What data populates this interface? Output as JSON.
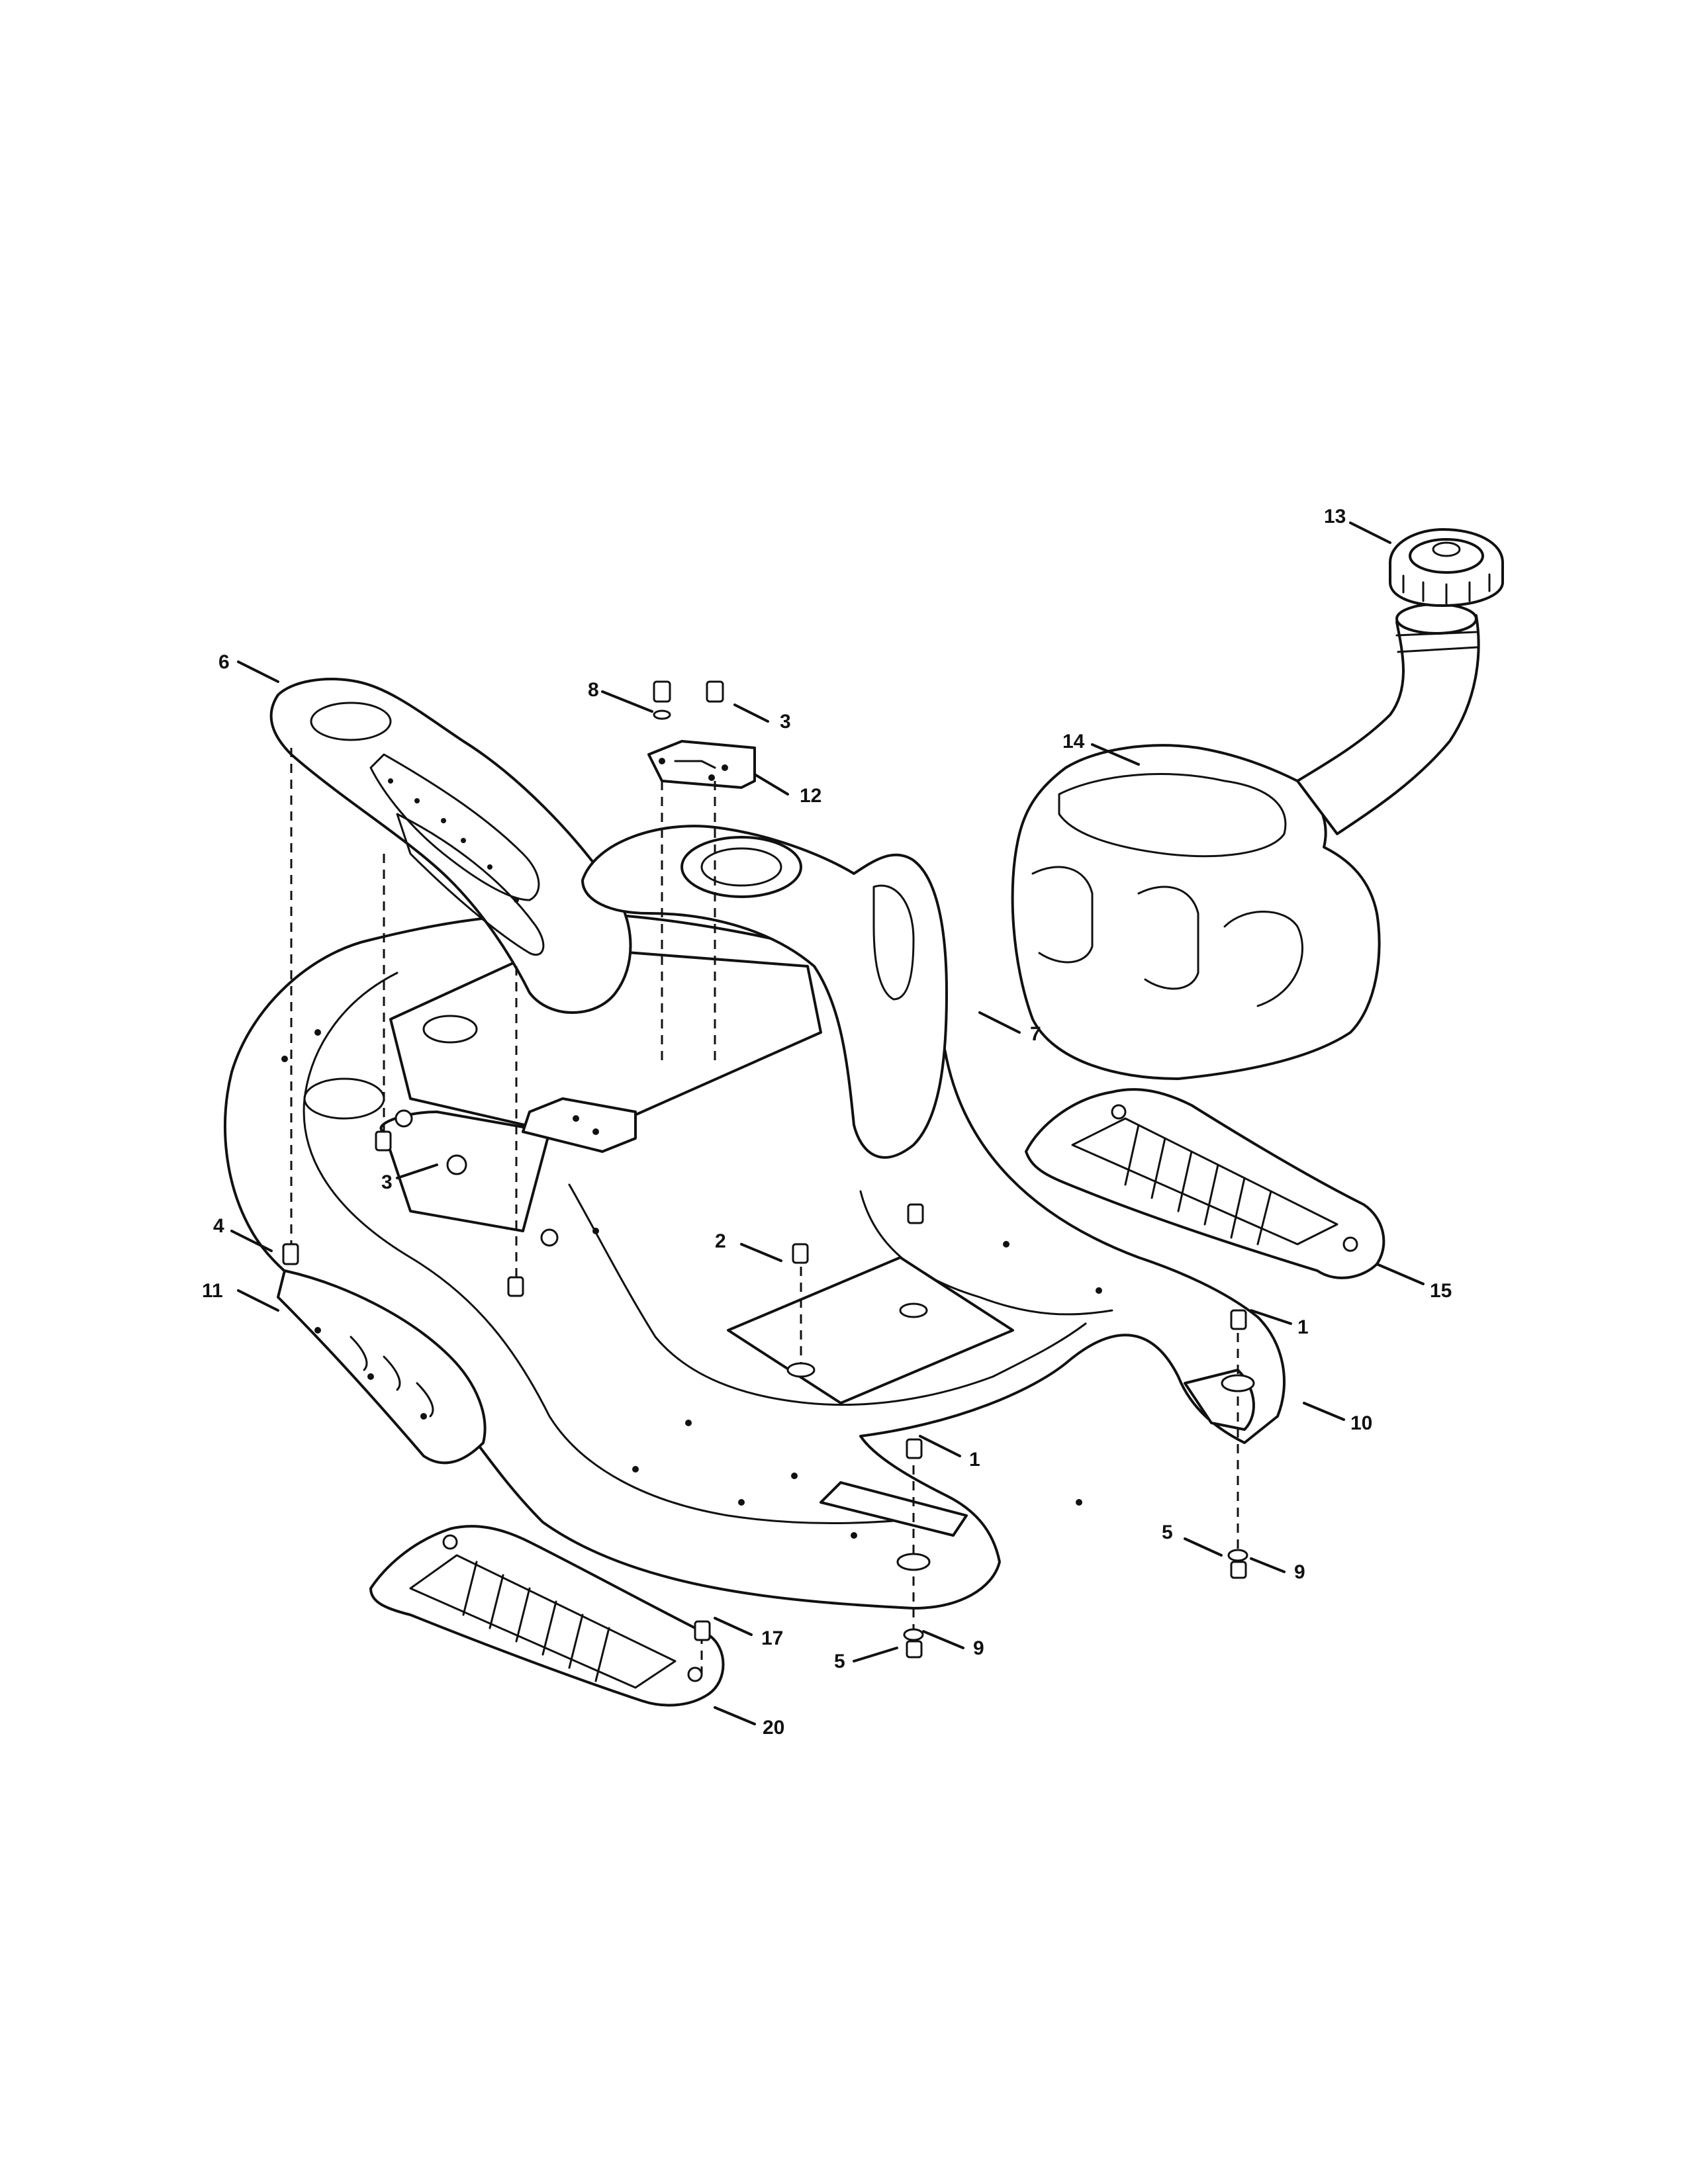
{
  "callouts": {
    "c1a": "1",
    "c1b": "1",
    "c2": "2",
    "c3a": "3",
    "c3b": "3",
    "c4": "4",
    "c5a": "5",
    "c5b": "5",
    "c6": "6",
    "c7": "7",
    "c8": "8",
    "c9a": "9",
    "c9b": "9",
    "c10": "10",
    "c11": "11",
    "c12": "12",
    "c13": "13",
    "c14": "14",
    "c15": "15",
    "c17": "17",
    "c20": "20"
  },
  "colors": {
    "line": "#111111",
    "paper": "#ffffff"
  }
}
